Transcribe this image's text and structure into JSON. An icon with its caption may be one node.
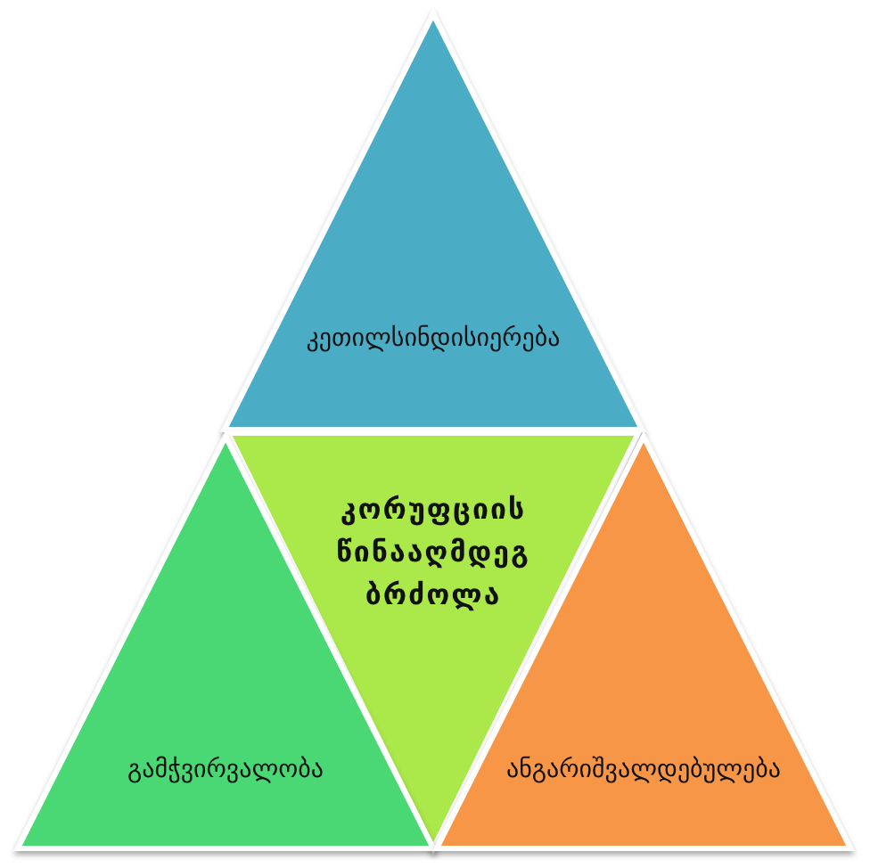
{
  "diagram": {
    "nodes": [
      {
        "text": [
          "კეთილსინდისიერება"
        ]
      },
      {
        "text": [
          "კორუფციის წინააღმდეგ ბრძოლა"
        ]
      },
      {
        "text": [
          "გამჭვირვალობა"
        ]
      },
      {
        "text": [
          "ანგარიშვალდებულება"
        ]
      }
    ]
  }
}
